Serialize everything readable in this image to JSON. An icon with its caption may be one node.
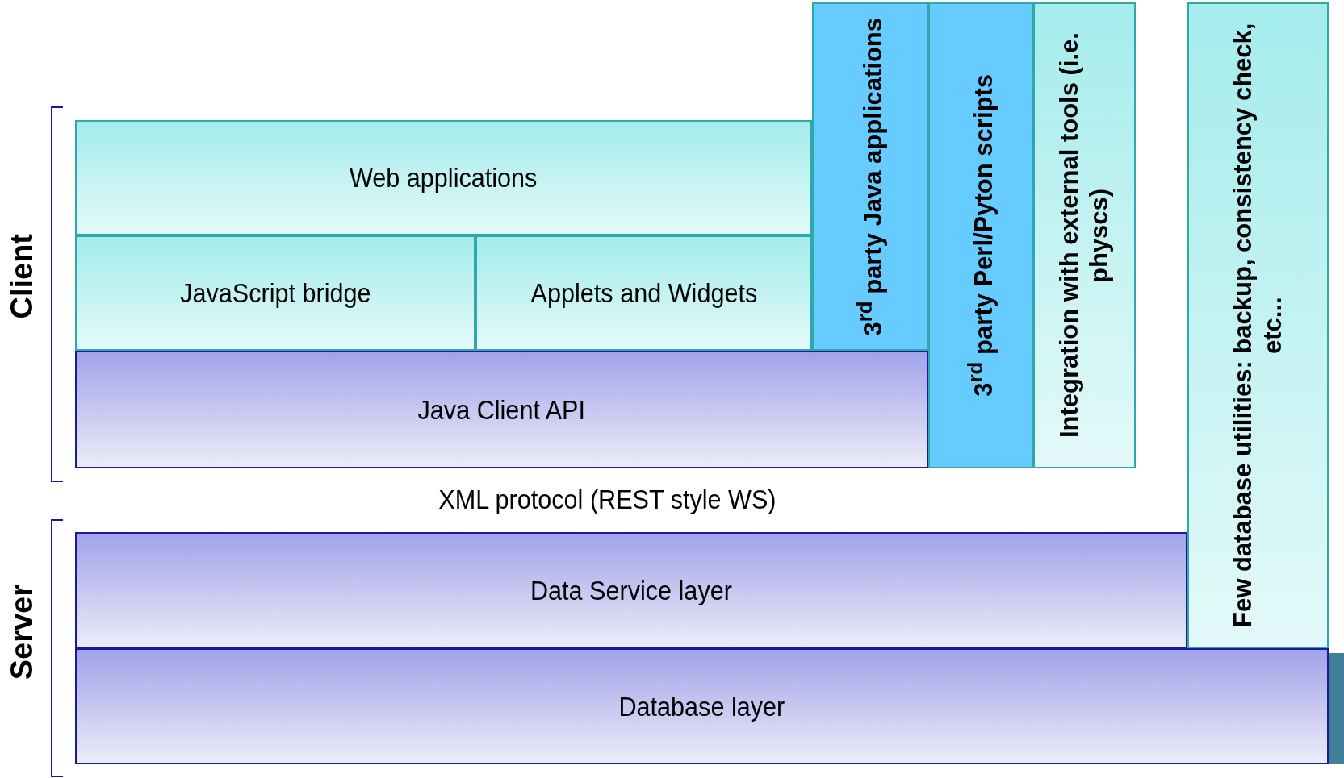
{
  "diagram": {
    "nodes": [
      {
        "text": [
          "Web applications"
        ]
      },
      {
        "text": [
          "JavaScript bridge"
        ]
      },
      {
        "text": [
          "Applets and Widgets"
        ]
      },
      {
        "text": [
          "Java Client API"
        ]
      },
      {
        "text": [
          "3$^{rd}$ party Java applications"
        ]
      },
      {
        "text": [
          "3$^{rd}$ party Perl/Pyton scripts"
        ]
      },
      {
        "text": [
          "Integration with external tools (i.e. physcs)"
        ]
      },
      {
        "text": [
          "Data Service layer"
        ]
      },
      {
        "text": [
          "Few database utilities: backup, consistency check, etc..."
        ]
      },
      {
        "text": [
          "Database layer"
        ]
      }
    ],
    "labels": [
      "Client",
      "XML protocol (REST style WS)",
      "Server"
    ]
  }
}
